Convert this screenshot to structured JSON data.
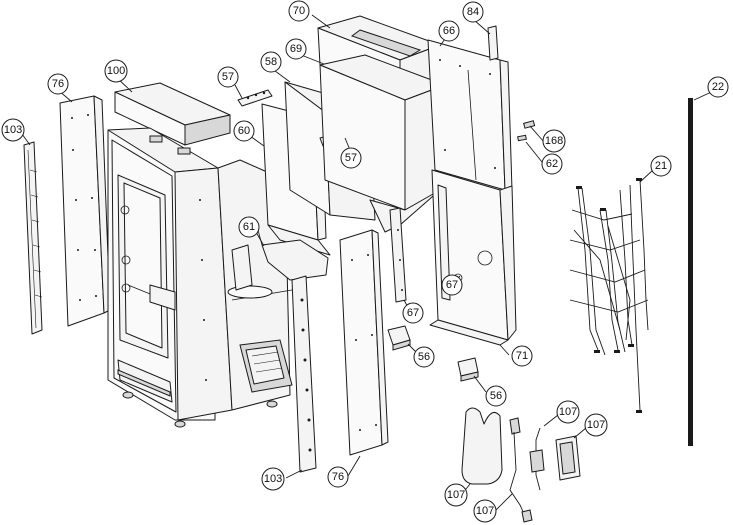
{
  "diagram_type": "exploded parts view",
  "callouts": [
    {
      "id": "c70",
      "label": "70"
    },
    {
      "id": "c84",
      "label": "84"
    },
    {
      "id": "c66",
      "label": "66"
    },
    {
      "id": "c69",
      "label": "69"
    },
    {
      "id": "c58",
      "label": "58"
    },
    {
      "id": "c57a",
      "label": "57"
    },
    {
      "id": "c57b",
      "label": "57"
    },
    {
      "id": "c100",
      "label": "100"
    },
    {
      "id": "c76a",
      "label": "76"
    },
    {
      "id": "c103a",
      "label": "103"
    },
    {
      "id": "c60",
      "label": "60"
    },
    {
      "id": "c22",
      "label": "22"
    },
    {
      "id": "c168",
      "label": "168"
    },
    {
      "id": "c62",
      "label": "62"
    },
    {
      "id": "c21",
      "label": "21"
    },
    {
      "id": "c61",
      "label": "61"
    },
    {
      "id": "c67a",
      "label": "67"
    },
    {
      "id": "c67b",
      "label": "67"
    },
    {
      "id": "c56a",
      "label": "56"
    },
    {
      "id": "c71",
      "label": "71"
    },
    {
      "id": "c56b",
      "label": "56"
    },
    {
      "id": "c107a",
      "label": "107"
    },
    {
      "id": "c107b",
      "label": "107"
    },
    {
      "id": "c103b",
      "label": "103"
    },
    {
      "id": "c76b",
      "label": "76"
    },
    {
      "id": "c107c",
      "label": "107"
    },
    {
      "id": "c107d",
      "label": "107"
    }
  ]
}
